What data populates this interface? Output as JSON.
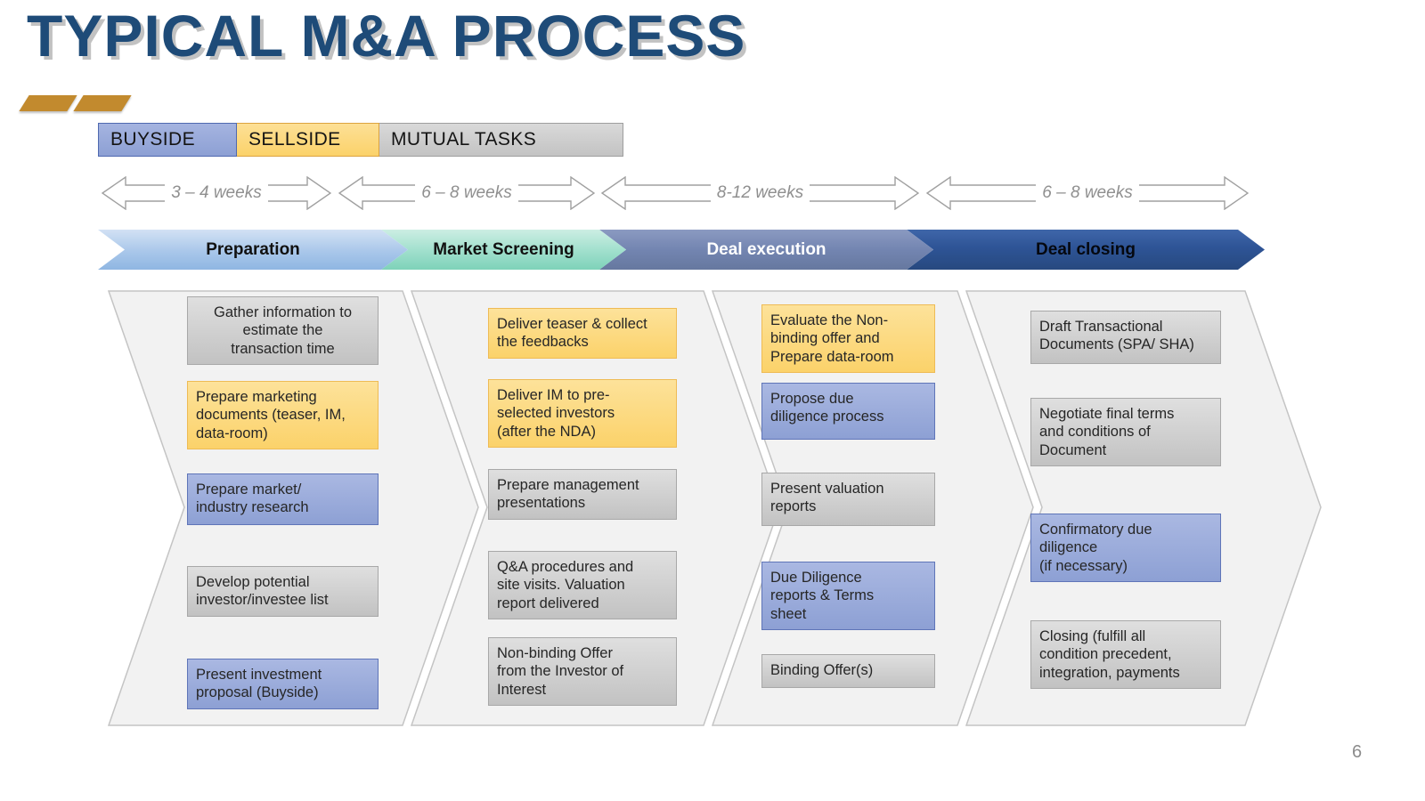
{
  "slide": {
    "title": "TYPICAL M&A PROCESS",
    "page_number": "6"
  },
  "legend": {
    "items": [
      {
        "label": "BUYSIDE",
        "color": "#8da0d4"
      },
      {
        "label": "SELLSIDE",
        "color": "#fbd26a"
      },
      {
        "label": "MUTUAL TASKS",
        "color": "#c6c6c6"
      }
    ]
  },
  "phases": [
    {
      "label": "Preparation",
      "duration": "3 – 4 weeks",
      "color": "#9dc3e6"
    },
    {
      "label": "Market Screening",
      "duration": "6 – 8 weeks",
      "color": "#8ed4bd"
    },
    {
      "label": "Deal execution",
      "duration": "8-12 weeks",
      "color": "#7385b1"
    },
    {
      "label": "Deal closing",
      "duration": "6 – 8 weeks",
      "color": "#2e5496"
    }
  ],
  "columns": [
    {
      "phase": "Preparation",
      "tasks": [
        {
          "text": "Gather information to\nestimate the\ntransaction time",
          "type": "mutual"
        },
        {
          "text": "Prepare marketing\ndocuments (teaser, IM,\ndata-room)",
          "type": "sellside"
        },
        {
          "text": "Prepare market/\nindustry research",
          "type": "buyside"
        },
        {
          "text": "Develop potential\ninvestor/investee list",
          "type": "mutual"
        },
        {
          "text": "Present investment\nproposal (Buyside)",
          "type": "buyside"
        }
      ]
    },
    {
      "phase": "Market Screening",
      "tasks": [
        {
          "text": "Deliver teaser & collect\nthe feedbacks",
          "type": "sellside"
        },
        {
          "text": "Deliver IM to pre-\nselected investors\n(after the NDA)",
          "type": "sellside"
        },
        {
          "text": "Prepare management\npresentations",
          "type": "mutual"
        },
        {
          "text": "Q&A procedures and\nsite visits. Valuation\nreport delivered",
          "type": "mutual"
        },
        {
          "text": "Non-binding Offer\nfrom the Investor of\nInterest",
          "type": "mutual"
        }
      ]
    },
    {
      "phase": "Deal execution",
      "tasks": [
        {
          "text": "Evaluate the Non-\nbinding offer and\nPrepare data-room",
          "type": "sellside"
        },
        {
          "text": "Propose due\ndiligence process",
          "type": "buyside"
        },
        {
          "text": "Present valuation\nreports",
          "type": "mutual"
        },
        {
          "text": "Due Diligence\nreports & Terms\nsheet",
          "type": "buyside"
        },
        {
          "text": "Binding Offer(s)",
          "type": "mutual"
        }
      ]
    },
    {
      "phase": "Deal closing",
      "tasks": [
        {
          "text": "Draft Transactional\nDocuments (SPA/ SHA)",
          "type": "mutual"
        },
        {
          "text": "Negotiate final terms\nand conditions of\nDocument",
          "type": "mutual"
        },
        {
          "text": "Confirmatory due\ndiligence\n(if necessary)",
          "type": "buyside"
        },
        {
          "text": "Closing (fulfill all\ncondition precedent,\nintegration, payments",
          "type": "mutual"
        }
      ]
    }
  ],
  "colors": {
    "title": "#1e4b78",
    "accent_gold": "#c28a2e",
    "buyside": "#8da0d4",
    "sellside": "#fbd26a",
    "mutual": "#c6c6c6",
    "column_background": "#f2f2f2"
  }
}
